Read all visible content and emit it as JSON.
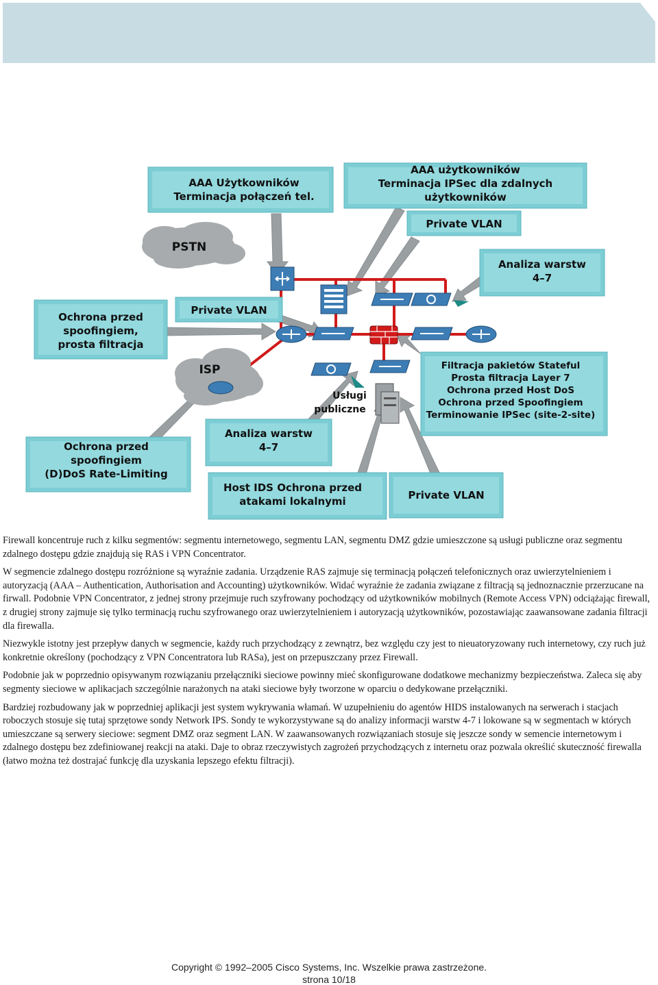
{
  "colors": {
    "header_band": "#c8dde3",
    "box_fill": "#7ccdd4",
    "box_inner": "#93d9de",
    "network_line": "#d11a1a",
    "cloud_fill": "#a7abad",
    "device_fill": "#3d7db5",
    "arrow_fill": "#9a9fa2"
  },
  "diagram": {
    "boxes": {
      "aaa_tel": [
        "AAA Użytkowników",
        "Terminacja połączeń tel."
      ],
      "aaa_ipsec": [
        "AAA użytkowników",
        "Terminacja IPSec dla zdalnych",
        "użytkowników"
      ],
      "private_vlan_top": [
        "Private VLAN"
      ],
      "analiza_top": [
        "Analiza warstw",
        "4–7"
      ],
      "ochrona_top": [
        "Ochrona przed",
        "spoofingiem,",
        "prosta filtracja"
      ],
      "private_vlan_mid": [
        "Private VLAN"
      ],
      "stateful": [
        "Filtracja pakietów Stateful",
        "Prosta filtracja Layer 7",
        "Ochrona przed Host DoS",
        "Ochrona przed Spoofingiem",
        "Terminowanie IPSec (site-2-site)"
      ],
      "ochrona_ddos": [
        "Ochrona przed",
        "spoofingiem",
        "(D)DoS Rate-Limiting"
      ],
      "analiza_bottom": [
        "Analiza warstw",
        "4–7"
      ],
      "host_ids": [
        "Host IDS Ochrona przed",
        "atakami lokalnymi"
      ],
      "private_vlan_bottom": [
        "Private VLAN"
      ]
    },
    "clouds": {
      "pstn": "PSTN",
      "isp": "ISP"
    },
    "uslugi_label": [
      "Usługi",
      "publiczne"
    ]
  },
  "body": {
    "p1": "Firewall koncentruje ruch z kilku segmentów: segmentu internetowego, segmentu LAN, segmentu DMZ gdzie umieszczone są usługi publiczne oraz segmentu zdalnego dostępu gdzie znajdują się RAS i VPN Concentrator.",
    "p2": "W segmencie zdalnego dostępu rozróżnione są wyraźnie zadania. Urządzenie RAS zajmuje się terminacją połączeń telefonicznych oraz uwierzytelnieniem i autoryzacją (AAA – Authentication, Authorisation and Accounting) użytkowników. Widać wyraźnie że zadania związane z filtracją są jednoznacznie przerzucane na firwall. Podobnie VPN Concentrator, z jednej strony przejmuje ruch szyfrowany pochodzący od użytkowników mobilnych (Remote Access VPN) odciążając firewall, z drugiej strony zajmuje się tylko terminacją ruchu szyfrowanego oraz uwierzytelnieniem i autoryzacją użytkowników, pozostawiając zaawansowane zadania filtracji dla firewalla.",
    "p3": "Niezwykle istotny jest przepływ danych w segmencie, każdy ruch przychodzący z zewnątrz, bez względu czy jest to nieuatoryzowany ruch internetowy, czy ruch już konkretnie określony (pochodzący z VPN Concentratora lub RASa), jest on przepuszczany przez Firewall.",
    "p4": "Podobnie jak w poprzednio opisywanym rozwiązaniu przełączniki sieciowe powinny mieć skonfigurowane dodatkowe mechanizmy bezpieczeństwa. Zaleca się aby segmenty sieciowe w aplikacjach szczególnie narażonych na ataki sieciowe były tworzone w oparciu o dedykowane przełączniki.",
    "p5": "Bardziej rozbudowany jak w poprzedniej aplikacji jest system wykrywania włamań. W uzupełnieniu do agentów HIDS instalowanych na serwerach i stacjach roboczych stosuje się tutaj sprzętowe sondy Network IPS. Sondy te wykorzystywane są do analizy informacji warstw 4-7 i lokowane są w segmentach w których umieszczane są serwery sieciowe: segment DMZ oraz segment LAN. W zaawansowanych rozwiązaniach stosuje się jeszcze sondy w semencie internetowym i zdalnego dostępu bez zdefiniowanej reakcji na ataki. Daje to obraz rzeczywistych zagrożeń przychodzących z internetu oraz pozwala określić skuteczność firewalla (łatwo można też dostrajać funkcję dla uzyskania lepszego efektu filtracji)."
  },
  "footer": {
    "copyright": "Copyright © 1992–2005 Cisco Systems, Inc. Wszelkie prawa zastrzeżone.",
    "page": "strona 10/18"
  }
}
